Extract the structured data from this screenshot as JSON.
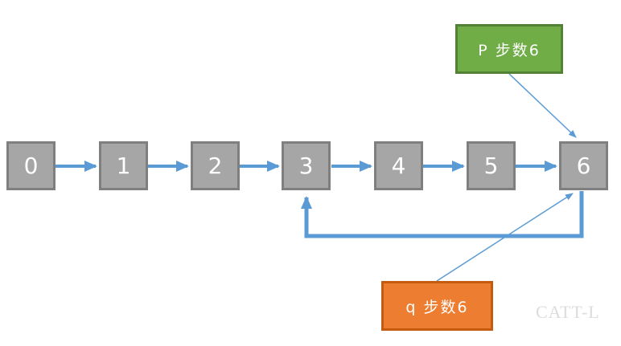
{
  "diagram": {
    "type": "linked-list-with-cycle",
    "nodes": [
      {
        "label": "0"
      },
      {
        "label": "1"
      },
      {
        "label": "2"
      },
      {
        "label": "3"
      },
      {
        "label": "4"
      },
      {
        "label": "5"
      },
      {
        "label": "6"
      }
    ],
    "edges": [
      {
        "from": "0",
        "to": "1"
      },
      {
        "from": "1",
        "to": "2"
      },
      {
        "from": "2",
        "to": "3"
      },
      {
        "from": "3",
        "to": "4"
      },
      {
        "from": "4",
        "to": "5"
      },
      {
        "from": "5",
        "to": "6"
      },
      {
        "from": "6",
        "to": "3",
        "type": "cycle-back"
      }
    ],
    "annotations": {
      "p_box": {
        "label": "P 步数6",
        "points_to": "6",
        "fill": "#70ad47",
        "border": "#538135"
      },
      "q_box": {
        "label": "q 步数6",
        "points_to": "6",
        "fill": "#ed7d31",
        "border": "#c55a11"
      }
    },
    "colors": {
      "node_fill": "#a6a6a6",
      "node_border": "#7f7f7f",
      "node_text": "#ffffff",
      "arrow": "#5b9bd5",
      "watermark": "#dcdcdc"
    },
    "watermark": "CATT-L"
  }
}
